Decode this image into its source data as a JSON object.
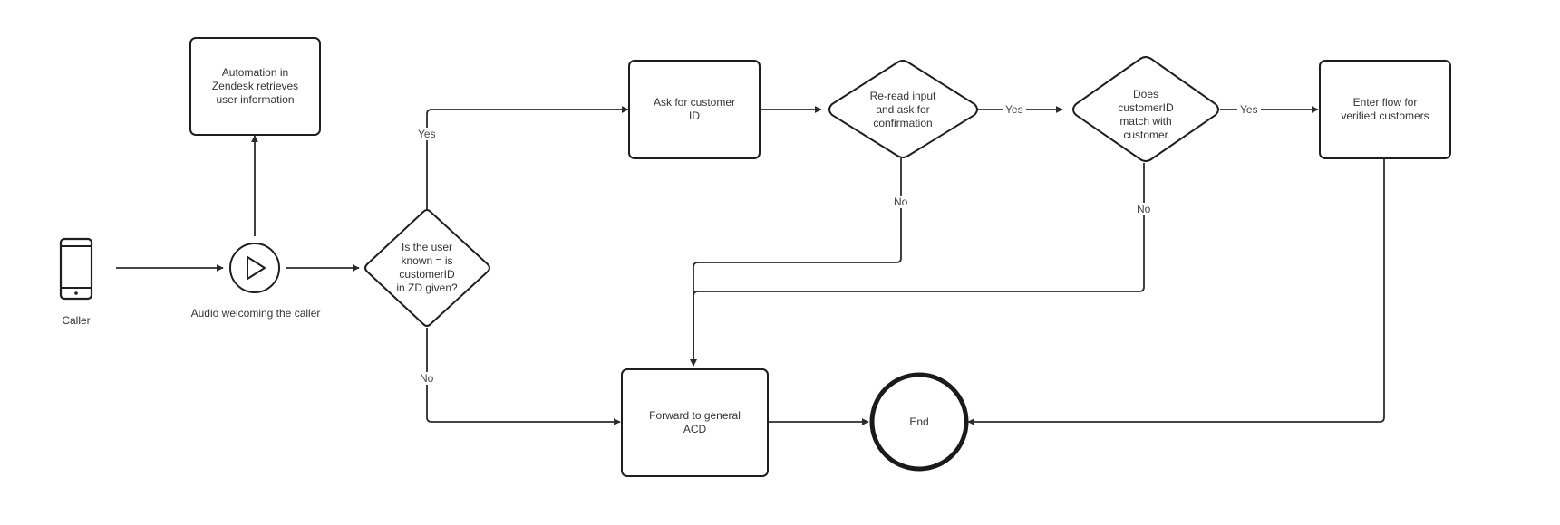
{
  "nodes": {
    "caller": {
      "label": "Caller",
      "icon": "phone-icon"
    },
    "audio": {
      "label": "Audio welcoming the caller",
      "icon": "play-icon"
    },
    "automation": {
      "label": "Automation in\nZendesk retrieves\nuser information"
    },
    "user_known": {
      "label": "Is the user\nknown = is\ncustomerID\nin ZD given?"
    },
    "ask_id": {
      "label": "Ask for customer\nID"
    },
    "reread": {
      "label": "Re-read input\nand ask for\nconfirmation"
    },
    "match": {
      "label": "Does\ncustomerID\nmatch with\ncustomer"
    },
    "verified": {
      "label": "Enter flow for\nverified customers"
    },
    "forward": {
      "label": "Forward to general\nACD"
    },
    "end": {
      "label": "End"
    }
  },
  "edges": {
    "known_yes": "Yes",
    "known_no": "No",
    "reread_yes": "Yes",
    "reread_no": "No",
    "match_yes": "Yes",
    "match_no": "No"
  },
  "colors": {
    "stroke": "#1e1e1e",
    "text": "#333333",
    "background": "#ffffff"
  }
}
